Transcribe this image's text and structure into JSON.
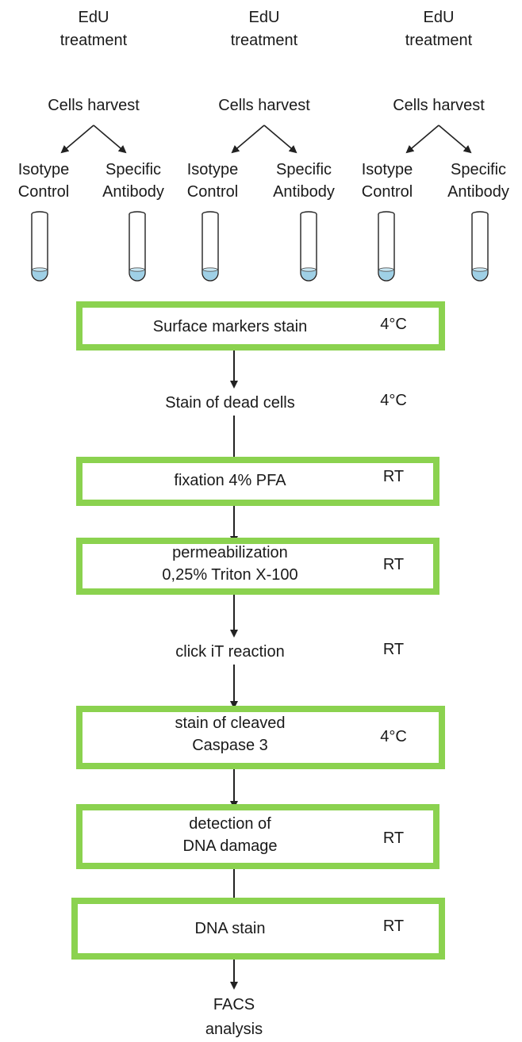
{
  "columns": [
    {
      "treatment_line1": "EdU",
      "treatment_line2": "treatment",
      "harvest": "Cells harvest",
      "left_label_line1": "Isotype",
      "left_label_line2": "Control",
      "right_label_line1": "Specific",
      "right_label_line2": "Antibody"
    },
    {
      "treatment_line1": "EdU",
      "treatment_line2": "treatment",
      "harvest": "Cells harvest",
      "left_label_line1": "Isotype",
      "left_label_line2": "Control",
      "right_label_line1": "Specific",
      "right_label_line2": "Antibody"
    },
    {
      "treatment_line1": "EdU",
      "treatment_line2": "treatment",
      "harvest": "Cells harvest",
      "left_label_line1": "Isotype",
      "left_label_line2": "Control",
      "right_label_line1": "Specific",
      "right_label_line2": "Antibody"
    }
  ],
  "steps": [
    {
      "line1": "Surface markers stain",
      "line2": "",
      "condition": "4°C",
      "boxed": true
    },
    {
      "line1": "Stain of dead cells",
      "line2": "",
      "condition": "4°C",
      "boxed": false
    },
    {
      "line1": "fixation 4% PFA",
      "line2": "",
      "condition": "RT",
      "boxed": true
    },
    {
      "line1": "permeabilization",
      "line2": "0,25% Triton X-100",
      "condition": "RT",
      "boxed": true
    },
    {
      "line1": "click iT reaction",
      "line2": "",
      "condition": "RT",
      "boxed": false
    },
    {
      "line1": "stain of cleaved",
      "line2": "Caspase 3",
      "condition": "4°C",
      "boxed": true
    },
    {
      "line1": "detection of",
      "line2": "DNA damage",
      "condition": "RT",
      "boxed": true
    },
    {
      "line1": "DNA stain",
      "line2": "",
      "condition": "RT",
      "boxed": true
    }
  ],
  "final": {
    "line1": "FACS",
    "line2": "analysis"
  },
  "colors": {
    "box_border": "#8bd24f",
    "tube_liquid": "#9fd0e6",
    "arrow": "#222222"
  }
}
